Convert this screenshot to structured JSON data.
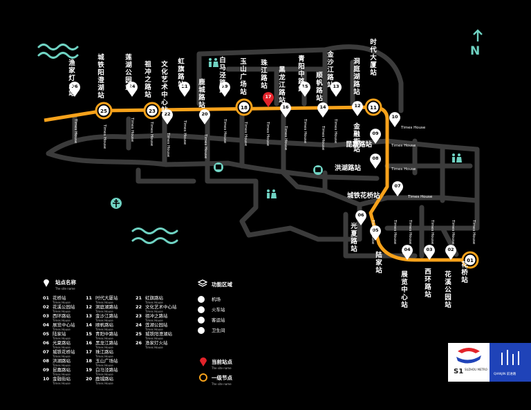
{
  "colors": {
    "bg": "#000000",
    "road": "#3a3a3a",
    "line": "#f7a21b",
    "accent": "#e2232a",
    "teal": "#6fd2c2",
    "brand_blue": "#1f43b8"
  },
  "icons": [
    "north-arrow-icon",
    "wave-icon",
    "airplane-icon",
    "bus-icon",
    "restroom-icon",
    "location-pin-icon",
    "node-circle-icon",
    "functional-area-icon",
    "train-icon",
    "station-icon"
  ],
  "map": {
    "north_label": "N",
    "current_station": "17",
    "sub_label": "Times House",
    "stations": [
      {
        "num": "01",
        "name": "花桥站",
        "node": true
      },
      {
        "num": "02",
        "name": "花溪公园站"
      },
      {
        "num": "03",
        "name": "西环路站"
      },
      {
        "num": "04",
        "name": "展览中心站"
      },
      {
        "num": "05",
        "name": "陆家站"
      },
      {
        "num": "06",
        "name": "光夏路站"
      },
      {
        "num": "07",
        "name": "城铁花桥站"
      },
      {
        "num": "08",
        "name": "洪湖路站"
      },
      {
        "num": "09",
        "name": "昆嘉路站"
      },
      {
        "num": "10",
        "name": "Times House"
      },
      {
        "num": "11",
        "name": "",
        "node": true
      },
      {
        "num": "12",
        "name": "金融街站"
      },
      {
        "num": "13",
        "name": "金沙江路站"
      },
      {
        "num": "14",
        "name": "顺帆路站"
      },
      {
        "num": "15",
        "name": "青阳中路站"
      },
      {
        "num": "16",
        "name": "黑龙江路站"
      },
      {
        "num": "17",
        "name": "珠江路站"
      },
      {
        "num": "18",
        "name": "玉山广场站",
        "node": true
      },
      {
        "num": "19",
        "name": "白马泾路站"
      },
      {
        "num": "20",
        "name": "鹿城路站"
      },
      {
        "num": "21",
        "name": "虹旗路站"
      },
      {
        "num": "22",
        "name": "文化艺术中心站"
      },
      {
        "num": "23",
        "name": "祖冲之路站",
        "node": true
      },
      {
        "num": "24",
        "name": "莲湖公园站"
      },
      {
        "num": "25",
        "name": "城铁阳澄湖站",
        "node": true
      },
      {
        "num": "26",
        "name": "渔家灯火站"
      }
    ],
    "extra_labels": [
      "时代大厦站",
      "洞庭湖路站"
    ]
  },
  "legend": {
    "stations_title": "站点名称",
    "stations_sub": "The site name",
    "item_sub": "Times House",
    "col1": [
      {
        "num": "01",
        "name": "花桥站"
      },
      {
        "num": "02",
        "name": "花溪公园站"
      },
      {
        "num": "03",
        "name": "西环路站"
      },
      {
        "num": "04",
        "name": "展览中心站"
      },
      {
        "num": "05",
        "name": "陆家站"
      },
      {
        "num": "06",
        "name": "光夏路站"
      },
      {
        "num": "07",
        "name": "城铁花桥站"
      },
      {
        "num": "08",
        "name": "洪湖路站"
      },
      {
        "num": "09",
        "name": "昆嘉路站"
      },
      {
        "num": "10",
        "name": "金融街站"
      }
    ],
    "col2": [
      {
        "num": "11",
        "name": "时代大厦站"
      },
      {
        "num": "12",
        "name": "洞庭湖路站"
      },
      {
        "num": "13",
        "name": "金沙江路站"
      },
      {
        "num": "14",
        "name": "顺帆路站"
      },
      {
        "num": "15",
        "name": "青阳中路站"
      },
      {
        "num": "16",
        "name": "黑龙江路站"
      },
      {
        "num": "17",
        "name": "珠江路站"
      },
      {
        "num": "18",
        "name": "玉山广场站"
      },
      {
        "num": "19",
        "name": "白马泾路站"
      },
      {
        "num": "20",
        "name": "鹿城路站"
      }
    ],
    "col3": [
      {
        "num": "21",
        "name": "虹旗路站"
      },
      {
        "num": "22",
        "name": "文化艺术中心站"
      },
      {
        "num": "23",
        "name": "祖冲之路站"
      },
      {
        "num": "24",
        "name": "莲湖公园站"
      },
      {
        "num": "25",
        "name": "城铁阳澄湖站"
      },
      {
        "num": "26",
        "name": "渔家灯火站"
      }
    ],
    "areas_title": "功能区域",
    "areas": [
      {
        "icon": "airplane-icon",
        "label": "机场"
      },
      {
        "icon": "train-icon",
        "label": "火车站"
      },
      {
        "icon": "bus-icon",
        "label": "客运站"
      },
      {
        "icon": "restroom-icon",
        "label": "卫生间"
      }
    ],
    "current_title": "当前站点",
    "current_sub": "The site name",
    "node_title": "一级节点",
    "node_sub": "The site name"
  },
  "logo": {
    "line": "S1",
    "metro": "SUZHOU METRO",
    "brand": "QIANJIN 前进路"
  }
}
